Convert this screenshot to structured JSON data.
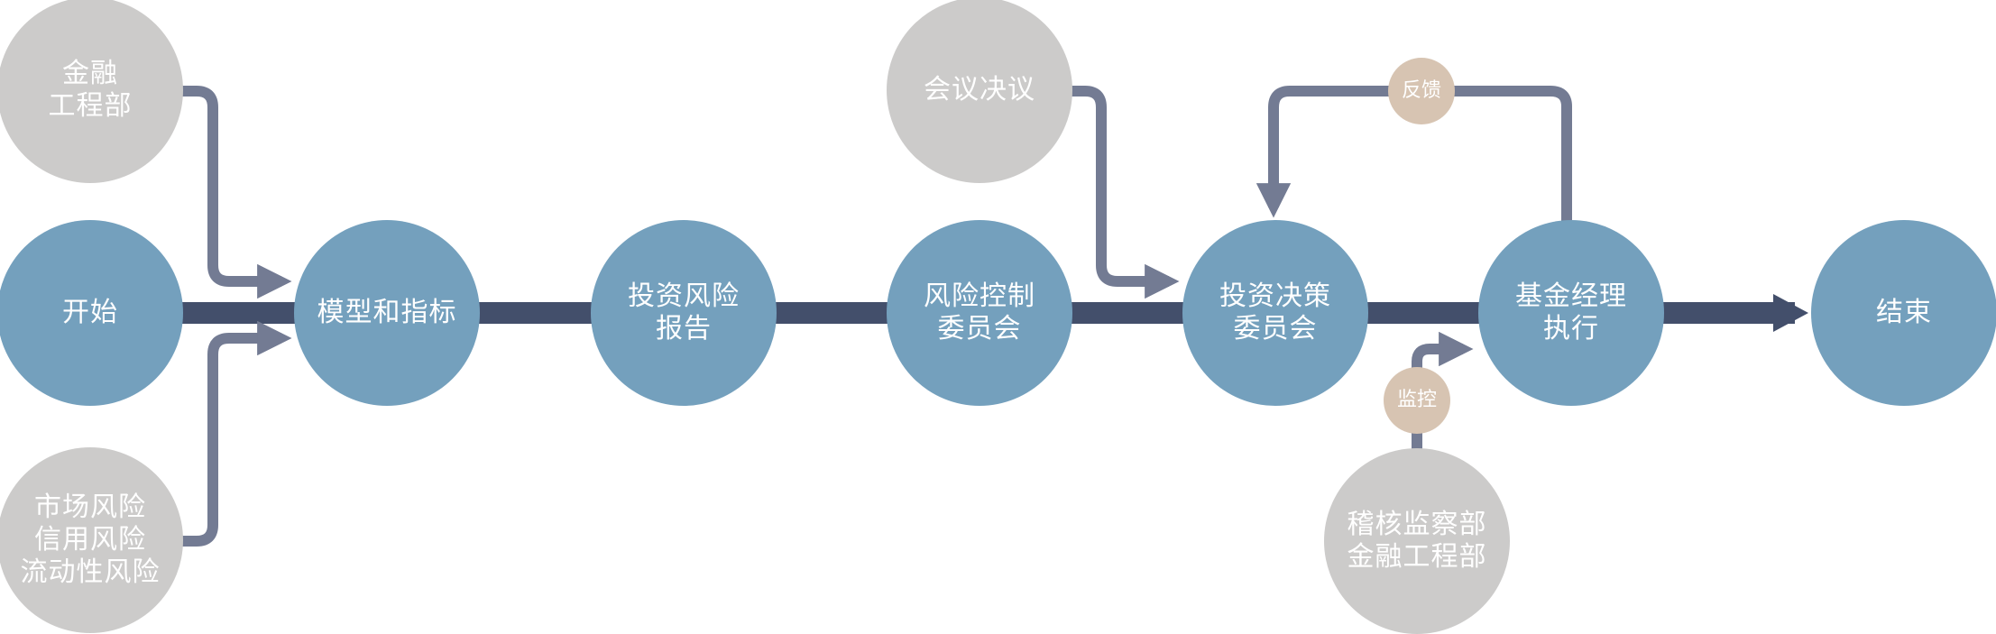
{
  "colors": {
    "main_node": "#74a0bd",
    "input_node": "#cccbca",
    "tag_node": "#d7c4b2",
    "main_line": "#434f6b",
    "connector": "#737b93",
    "text": "#ffffff"
  },
  "main_flow": [
    {
      "id": "start",
      "label": "开始"
    },
    {
      "id": "model",
      "label": "模型和指标"
    },
    {
      "id": "report",
      "label": "投资风险\n报告"
    },
    {
      "id": "risk_committee",
      "label": "风险控制\n委员会"
    },
    {
      "id": "decision_committee",
      "label": "投资决策\n委员会"
    },
    {
      "id": "manager",
      "label": "基金经理\n执行"
    },
    {
      "id": "end",
      "label": "结束"
    }
  ],
  "inputs": [
    {
      "id": "fin_eng_top",
      "label": "金融\n工程部",
      "target": "model"
    },
    {
      "id": "risk_types",
      "label": "市场风险\n信用风险\n流动性风险",
      "target": "model"
    },
    {
      "id": "resolution",
      "label": "会议决议",
      "target": "decision_committee"
    },
    {
      "id": "audit",
      "label": "稽核监察部\n金融工程部",
      "target": "manager"
    }
  ],
  "tags": [
    {
      "id": "feedback",
      "label": "反馈"
    },
    {
      "id": "monitor",
      "label": "监控"
    }
  ]
}
